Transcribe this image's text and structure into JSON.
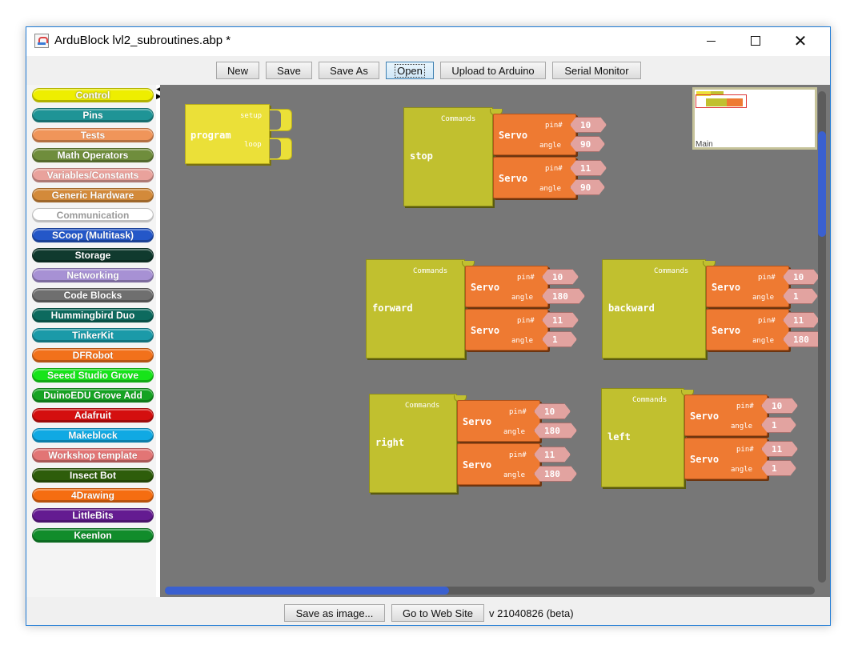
{
  "window": {
    "title": "ArduBlock lvl2_subroutines.abp *"
  },
  "toolbar": {
    "new_label": "New",
    "save_label": "Save",
    "save_as_label": "Save As",
    "open_label": "Open",
    "upload_label": "Upload to Arduino",
    "serial_label": "Serial Monitor"
  },
  "palette": {
    "categories": [
      {
        "label": "Control",
        "color": "#eeee00"
      },
      {
        "label": "Pins",
        "color": "#1f9496"
      },
      {
        "label": "Tests",
        "color": "#f0955a"
      },
      {
        "label": "Math Operators",
        "color": "#6f8d3c"
      },
      {
        "label": "Variables/Constants",
        "color": "#e9a29c"
      },
      {
        "label": "Generic Hardware",
        "color": "#d38a3a"
      },
      {
        "label": "Communication",
        "color": "#ffffff"
      },
      {
        "label": "SCoop (Multitask)",
        "color": "#2457c8"
      },
      {
        "label": "Storage",
        "color": "#103a2e"
      },
      {
        "label": "Networking",
        "color": "#a791d4"
      },
      {
        "label": "Code Blocks",
        "color": "#6f6f6f"
      },
      {
        "label": "Hummingbird Duo",
        "color": "#0d6a5e"
      },
      {
        "label": "TinkerKit",
        "color": "#1b9aa8"
      },
      {
        "label": "DFRobot",
        "color": "#f2711b"
      },
      {
        "label": "Seeed Studio Grove",
        "color": "#17e41a"
      },
      {
        "label": "DuinoEDU Grove Add",
        "color": "#16a323"
      },
      {
        "label": "Adafruit",
        "color": "#d40f0f"
      },
      {
        "label": "Makeblock",
        "color": "#10a9e3"
      },
      {
        "label": "Workshop template",
        "color": "#e27575"
      },
      {
        "label": "Insect Bot",
        "color": "#2e5d0b"
      },
      {
        "label": "4Drawing",
        "color": "#f56d11"
      },
      {
        "label": "LittleBits",
        "color": "#641b91"
      },
      {
        "label": "KeenIon",
        "color": "#118c2b"
      }
    ]
  },
  "program_block": {
    "name": "program",
    "setup": "setup",
    "loop": "loop"
  },
  "subroutines": [
    {
      "name": "stop",
      "commands": "Commands",
      "servos": [
        {
          "label": "Servo",
          "pin_label": "pin#",
          "angle_label": "angle",
          "pin": "10",
          "angle": "90"
        },
        {
          "label": "Servo",
          "pin_label": "pin#",
          "angle_label": "angle",
          "pin": "11",
          "angle": "90"
        }
      ]
    },
    {
      "name": "forward",
      "commands": "Commands",
      "servos": [
        {
          "label": "Servo",
          "pin_label": "pin#",
          "angle_label": "angle",
          "pin": "10",
          "angle": "180"
        },
        {
          "label": "Servo",
          "pin_label": "pin#",
          "angle_label": "angle",
          "pin": "11",
          "angle": "1"
        }
      ]
    },
    {
      "name": "backward",
      "commands": "Commands",
      "servos": [
        {
          "label": "Servo",
          "pin_label": "pin#",
          "angle_label": "angle",
          "pin": "10",
          "angle": "1"
        },
        {
          "label": "Servo",
          "pin_label": "pin#",
          "angle_label": "angle",
          "pin": "11",
          "angle": "180"
        }
      ]
    },
    {
      "name": "right",
      "commands": "Commands",
      "servos": [
        {
          "label": "Servo",
          "pin_label": "pin#",
          "angle_label": "angle",
          "pin": "10",
          "angle": "180"
        },
        {
          "label": "Servo",
          "pin_label": "pin#",
          "angle_label": "angle",
          "pin": "11",
          "angle": "180"
        }
      ]
    },
    {
      "name": "left",
      "commands": "Commands",
      "servos": [
        {
          "label": "Servo",
          "pin_label": "pin#",
          "angle_label": "angle",
          "pin": "10",
          "angle": "1"
        },
        {
          "label": "Servo",
          "pin_label": "pin#",
          "angle_label": "angle",
          "pin": "11",
          "angle": "1"
        }
      ]
    }
  ],
  "minimap": {
    "label": "Main"
  },
  "statusbar": {
    "save_image_label": "Save as image...",
    "website_label": "Go to Web Site",
    "version": "v 21040826 (beta)"
  }
}
